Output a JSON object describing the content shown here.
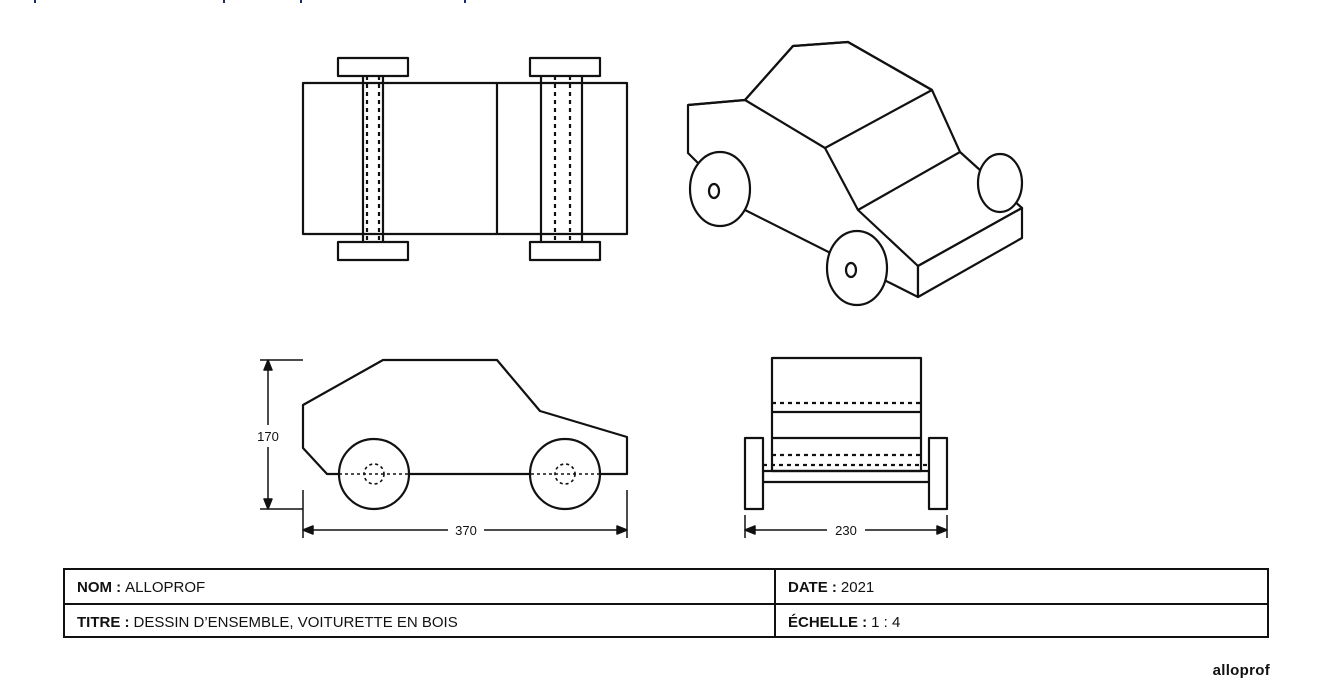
{
  "dimensions": {
    "height": "170",
    "length": "370",
    "width": "230"
  },
  "title_block": {
    "nom_label": "NOM :",
    "nom_value": "ALLOPROF",
    "date_label": "DATE :",
    "date_value": "2021",
    "titre_label": "TITRE :",
    "titre_value": "DESSIN D’ENSEMBLE, VOITURETTE EN BOIS",
    "echelle_label": "ÉCHELLE :",
    "echelle_value": "1 : 4"
  },
  "logo": "alloprof"
}
